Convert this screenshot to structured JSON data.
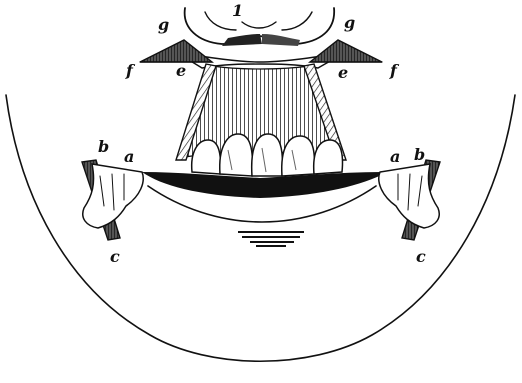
{
  "figure": {
    "labels": {
      "a_left": "a",
      "a_right": "a",
      "b_left": "b",
      "b_right": "b",
      "c_left": "c",
      "c_right": "c",
      "e_left": "e",
      "e_right": "e",
      "f_left": "f",
      "f_right": "f",
      "g_left": "g",
      "g_right": "g",
      "nose_mark": "1"
    },
    "colors": {
      "ink": "#111111",
      "paper": "#ffffff",
      "shade": "#3a3a3a"
    }
  }
}
